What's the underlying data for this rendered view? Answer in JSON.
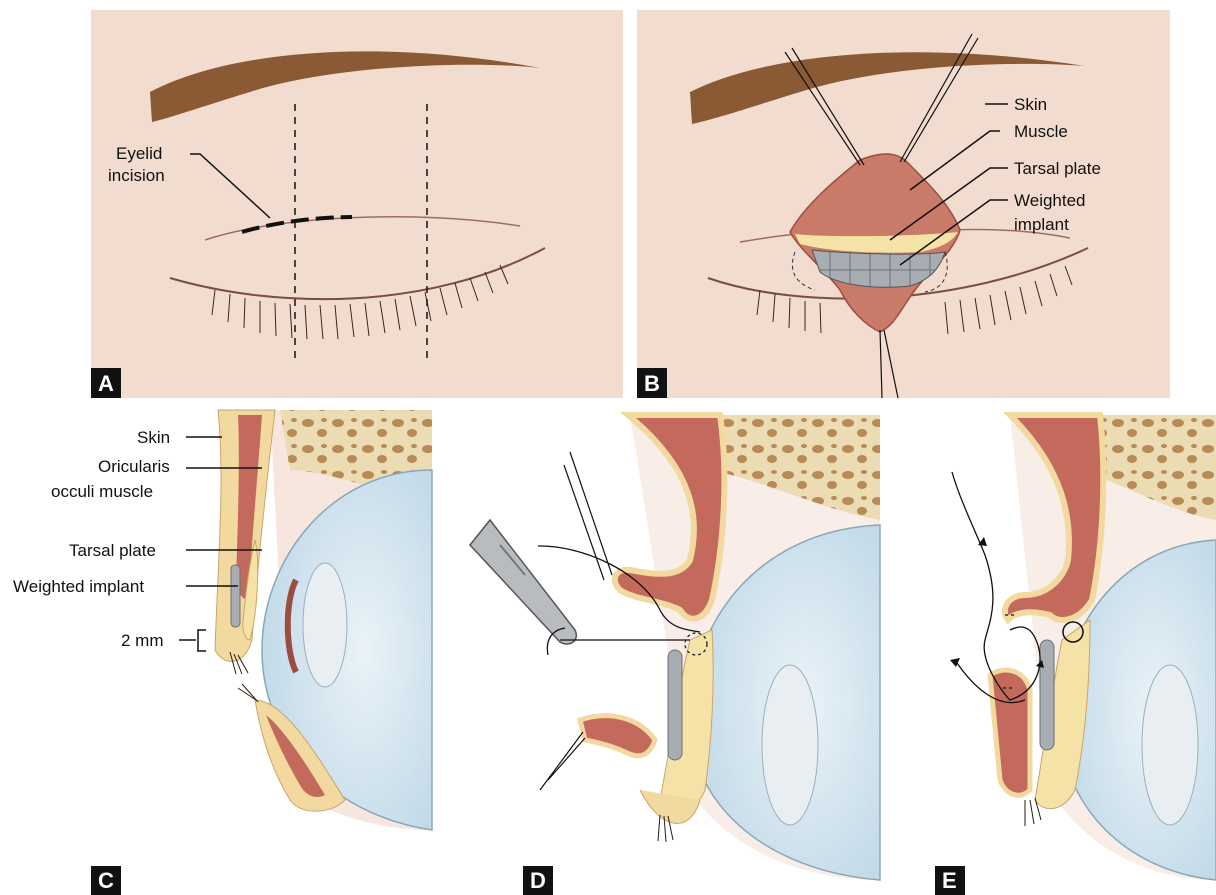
{
  "panels": {
    "a": {
      "badge": "A",
      "labels": {
        "incision": [
          "Eyelid",
          "incision"
        ]
      }
    },
    "b": {
      "badge": "B",
      "labels": {
        "skin": "Skin",
        "muscle": "Muscle",
        "tarsal": "Tarsal plate",
        "implant": [
          "Weighted",
          "implant"
        ]
      }
    },
    "c": {
      "badge": "C",
      "labels": {
        "skin": "Skin",
        "muscle": [
          "Oricularis",
          "occuli muscle"
        ],
        "tarsal": "Tarsal plate",
        "implant": "Weighted implant",
        "measure": "2 mm"
      }
    },
    "d": {
      "badge": "D"
    },
    "e": {
      "badge": "E"
    }
  },
  "colors": {
    "skin_bg": "#f2dccf",
    "brow": "#8a5a35",
    "muscle": "#c46a5c",
    "fat": "#f2d9a0",
    "tarsal": "#f5e2a6",
    "implant": "#a8adb3",
    "eye": "#cfe3ee",
    "lens": "#e8eef2",
    "bone": "#ecdcb4",
    "badge": "#111111"
  }
}
